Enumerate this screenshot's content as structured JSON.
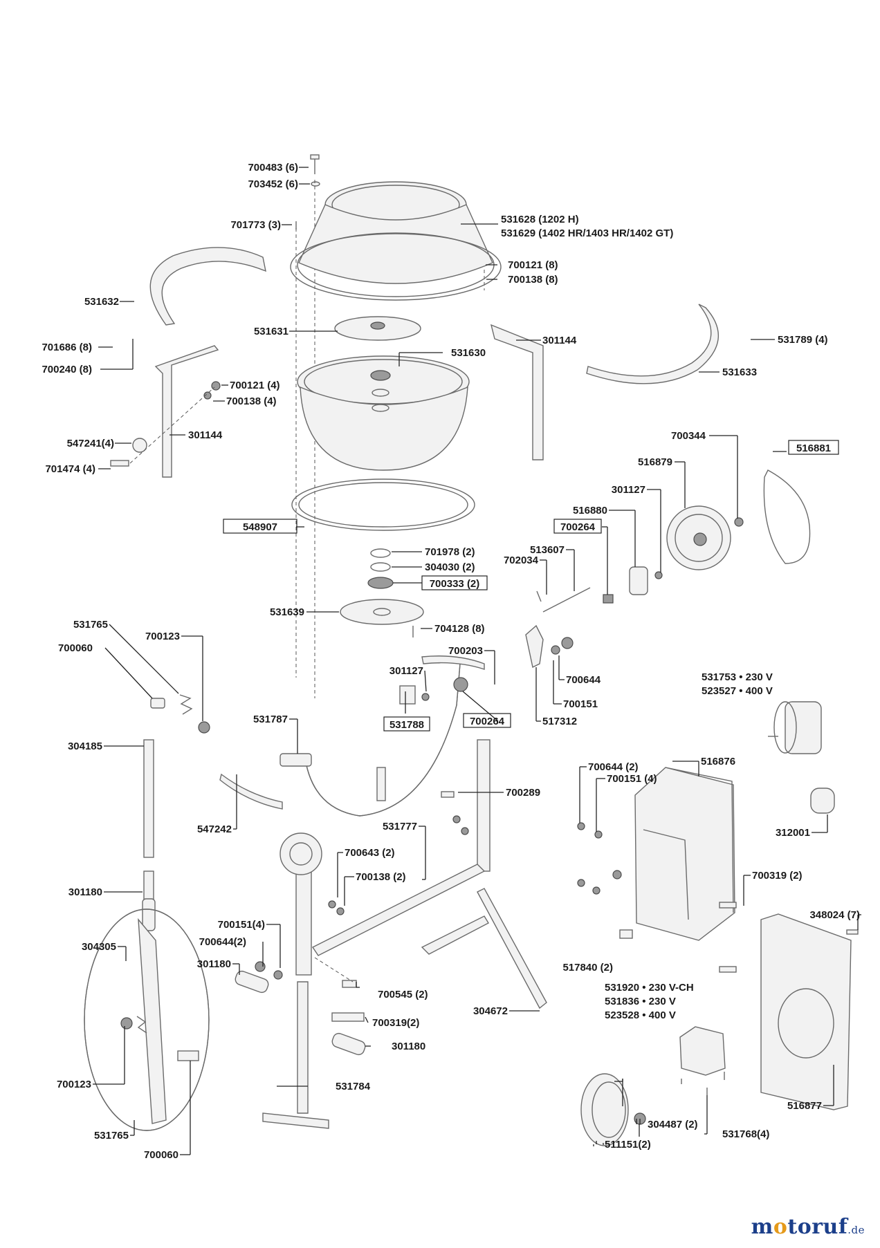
{
  "labels": {
    "l1": "700483 (6)",
    "l2": "703452 (6)",
    "l3": "701773 (3)",
    "l4a": "531628 (1202 H)",
    "l4b": "531629 (1402 HR/1403 HR/1402 GT)",
    "l5": "700121 (8)",
    "l6": "700138 (8)",
    "l7": "531632",
    "l8": "531631",
    "l9": "301144",
    "l10": "531789 (4)",
    "l11": "701686 (8)",
    "l12": "700240 (8)",
    "l13": "531630",
    "l14": "531633",
    "l15": "700121 (4)",
    "l16": "700138 (4)",
    "l17": "547241(4)",
    "l18": "301144",
    "l19": "701474 (4)",
    "l20": "700344",
    "l21": "516881",
    "l22": "516879",
    "l23": "301127",
    "l24": "516880",
    "l25": "548907",
    "l26": "700264",
    "l27": "513607",
    "l28": "702034",
    "l29": "701978 (2)",
    "l30": "304030 (2)",
    "l31": "700333 (2)",
    "l32": "531639",
    "l33": "704128 (8)",
    "l34": "531765",
    "l35": "700123",
    "l36": "700060",
    "l37": "700203",
    "l38": "301127",
    "l39": "700644",
    "l40": "700151",
    "l41": "531788",
    "l42": "700264",
    "l43": "517312",
    "l44a": "531753 • 230 V",
    "l44b": "523527 • 400 V",
    "l45": "531787",
    "l46": "304185",
    "l47": "700644 (2)",
    "l48": "516876",
    "l49": "700151 (4)",
    "l50": "700289",
    "l51": "547242",
    "l52": "531777",
    "l53": "312001",
    "l54": "700643 (2)",
    "l55": "700138 (2)",
    "l56": "700319 (2)",
    "l57": "301180",
    "l58": "348024 (7)",
    "l59": "700151(4)",
    "l60": "700644(2)",
    "l61": "304305",
    "l62": "301180",
    "l63": "517840 (2)",
    "l64": "700545 (2)",
    "l65a": "531920 • 230 V-CH",
    "l65b": "531836 • 230 V",
    "l65c": "523528 • 400 V",
    "l66": "304672",
    "l67": "700319(2)",
    "l68": "301180",
    "l69": "700123",
    "l70": "531784",
    "l71": "516877",
    "l72": "304487 (2)",
    "l73": "531765",
    "l74": "531768(4)",
    "l75": "511151(2)",
    "l76": "700060"
  },
  "watermark": {
    "m1": "m",
    "o": "o",
    "rest": "toruf",
    "tld": ".de"
  }
}
